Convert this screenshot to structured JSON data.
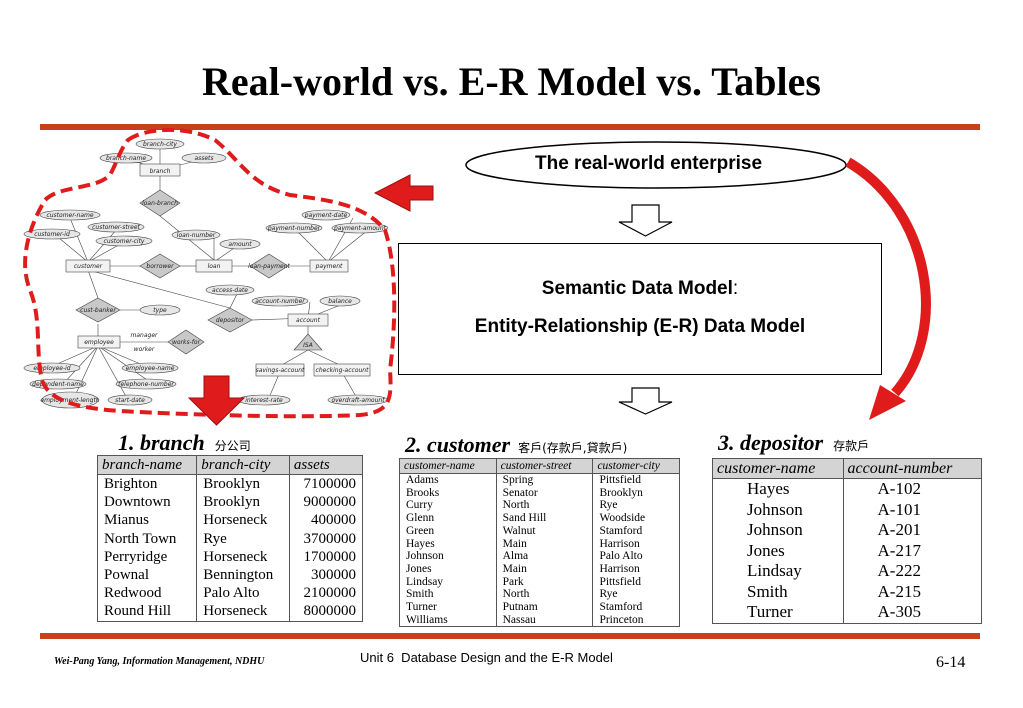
{
  "title": "Real-world vs. E-R Model vs. Tables",
  "real_world_label": "The real-world enterprise",
  "semantic_model": {
    "line1_main": "Semantic Data Model",
    "line1_colon": ":",
    "line2": "Entity-Relationship (E-R) Data Model"
  },
  "er_diagram": {
    "entities": [
      "branch",
      "customer",
      "loan",
      "payment",
      "account",
      "employee",
      "savings-account",
      "checking-account"
    ],
    "relationships": [
      "loan-branch",
      "borrower",
      "loan-payment",
      "depositor",
      "cust-banker",
      "works-for",
      "ISA"
    ],
    "attributes": [
      "branch-city",
      "branch-name",
      "assets",
      "customer-name",
      "customer-street",
      "customer-id",
      "customer-city",
      "loan-number",
      "amount",
      "payment-date",
      "payment-number",
      "payment-amount",
      "access-date",
      "account-number",
      "balance",
      "type",
      "manager",
      "worker",
      "employee-id",
      "employee-name",
      "dependent-name",
      "telephone-number",
      "employment-length",
      "start-date",
      "interest-rate",
      "overdraft-amount"
    ]
  },
  "tables": {
    "branch": {
      "label": "1. branch",
      "label_zh": "分公司",
      "headers": [
        "branch-name",
        "branch-city",
        "assets"
      ],
      "rows": [
        [
          "Brighton",
          "Brooklyn",
          "7100000"
        ],
        [
          "Downtown",
          "Brooklyn",
          "9000000"
        ],
        [
          "Mianus",
          "Horseneck",
          "400000"
        ],
        [
          "North Town",
          "Rye",
          "3700000"
        ],
        [
          "Perryridge",
          "Horseneck",
          "1700000"
        ],
        [
          "Pownal",
          "Bennington",
          "300000"
        ],
        [
          "Redwood",
          "Palo Alto",
          "2100000"
        ],
        [
          "Round Hill",
          "Horseneck",
          "8000000"
        ]
      ]
    },
    "customer": {
      "label": "2. customer",
      "label_zh": "客戶(存款戶,貸款戶)",
      "headers": [
        "customer-name",
        "customer-street",
        "customer-city"
      ],
      "rows": [
        [
          "Adams",
          "Spring",
          "Pittsfield"
        ],
        [
          "Brooks",
          "Senator",
          "Brooklyn"
        ],
        [
          "Curry",
          "North",
          "Rye"
        ],
        [
          "Glenn",
          "Sand Hill",
          "Woodside"
        ],
        [
          "Green",
          "Walnut",
          "Stamford"
        ],
        [
          "Hayes",
          "Main",
          "Harrison"
        ],
        [
          "Johnson",
          "Alma",
          "Palo Alto"
        ],
        [
          "Jones",
          "Main",
          "Harrison"
        ],
        [
          "Lindsay",
          "Park",
          "Pittsfield"
        ],
        [
          "Smith",
          "North",
          "Rye"
        ],
        [
          "Turner",
          "Putnam",
          "Stamford"
        ],
        [
          "Williams",
          "Nassau",
          "Princeton"
        ]
      ]
    },
    "depositor": {
      "label": "3. depositor",
      "label_zh": "存款戶",
      "headers": [
        "customer-name",
        "account-number"
      ],
      "rows": [
        [
          "Hayes",
          "A-102"
        ],
        [
          "Johnson",
          "A-101"
        ],
        [
          "Johnson",
          "A-201"
        ],
        [
          "Jones",
          "A-217"
        ],
        [
          "Lindsay",
          "A-222"
        ],
        [
          "Smith",
          "A-215"
        ],
        [
          "Turner",
          "A-305"
        ]
      ]
    }
  },
  "footer": {
    "left": "Wei-Pang Yang, Information Management, NDHU",
    "middle": "Unit 6  Database Design and the E-R Model",
    "right": "6-14"
  },
  "colors": {
    "accent_red": "#e01b1b",
    "rule": "#c8411b",
    "header_gray": "#d4d4d4"
  }
}
